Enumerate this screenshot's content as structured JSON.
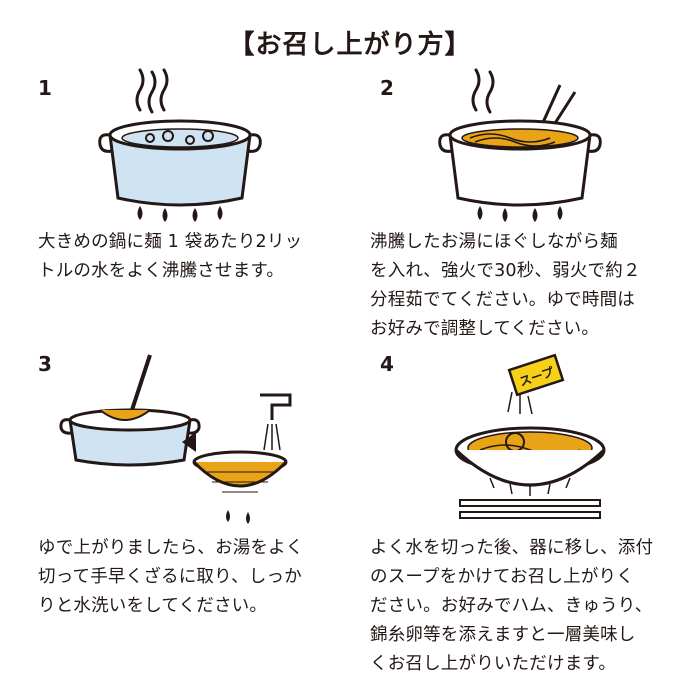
{
  "title": "【お召し上がり方】",
  "steps": [
    {
      "number": "1",
      "lines": [
        "大きめの鍋に麺 1 袋あたり2リッ",
        "トルの水をよく沸騰させます。"
      ]
    },
    {
      "number": "2",
      "lines": [
        "沸騰したお湯にほぐしながら麺",
        "を入れ、強火で30秒、弱火で約２",
        "分程茹でてください。ゆで時間は",
        "お好みで調整してください。"
      ]
    },
    {
      "number": "3",
      "lines": [
        "ゆで上がりましたら、お湯をよく",
        "切って手早くざるに取り、しっか",
        "りと水洗いをしてください。"
      ]
    },
    {
      "number": "4",
      "lines": [
        "よく水を切った後、器に移し、添付",
        "のスープをかけてお召し上がりく",
        "ださい。お好みでハム、きゅうり、",
        "錦糸卵等を添えますと一層美味し",
        "くお召し上がりいただけます。"
      ],
      "soup_label": "スープ"
    }
  ],
  "colors": {
    "ink": "#231815",
    "noodle": "#e8a317",
    "water": "#cfe3f2",
    "packet": "#f7d117"
  }
}
